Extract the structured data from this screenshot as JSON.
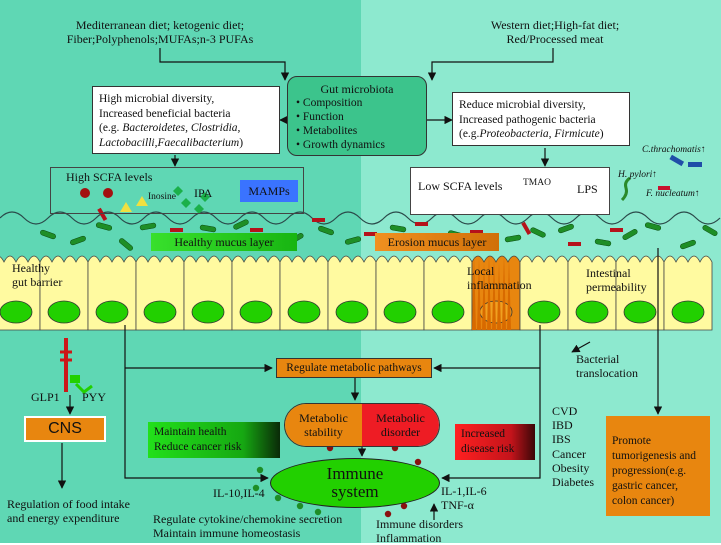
{
  "colors": {
    "left_bg": "#5fd7b4",
    "right_bg": "#8de9cf",
    "hub_box": "#3cc48c",
    "cell": "#fffaa0",
    "nucleus": "#22d000",
    "orange": "#e8860f",
    "red": "#ee1c24",
    "green_grad": "#16c112",
    "mamps": "#3a73ff"
  },
  "diets": {
    "left": "Mediterranean diet; ketogenic diet;\nFiber;Polyphenols;MUFAs;n-3 PUFAs",
    "right": "Western diet;High-fat diet;\nRed/Processed meat"
  },
  "hub": {
    "title": "Gut microbiota",
    "items": [
      "Composition",
      "Function",
      "Metabolites",
      "Growth dynamics"
    ]
  },
  "left_box": {
    "line1": "High microbial diversity,",
    "line2": "Increased beneficial bacteria",
    "line3_prefix": "(e.g. ",
    "line3_italic": "Bacteroidetes, Clostridia,",
    "line4_italic": "Lactobacilli,Faecalibacterium",
    "line4_suffix": ")"
  },
  "right_box": {
    "line1": "Reduce microbial diversity,",
    "line2": "Increased  pathogenic bacteria",
    "line3_prefix": "(e.g.",
    "line3_italic": "Proteobacteria, Firmicute",
    "line3_suffix": ")"
  },
  "left_metabolites": {
    "scfa": "High SCFA levels",
    "inosine": "Inosine",
    "ipa": "IPA",
    "mamps": "MAMPs"
  },
  "right_metabolites": {
    "scfa": "Low SCFA levels",
    "tmao": "TMAO",
    "lps": "LPS"
  },
  "pathogens": {
    "c_trachomatis": "C.thrachomatis↑",
    "h_pylori": "H. pylori↑",
    "f_nucleatum": "F. nucleatum↑"
  },
  "mucus": {
    "healthy": "Healthy mucus layer",
    "erosion": "Erosion mucus layer"
  },
  "barrier": {
    "healthy_line1": "Healthy",
    "healthy_line2": "gut barrier",
    "inflam_line1": "Local",
    "inflam_line2": "inflammation",
    "perm_line1": "Intestinal",
    "perm_line2": "permeability"
  },
  "center": {
    "regulate": "Regulate metabolic pathways",
    "stab1": "Metabolic",
    "stab2": "stability",
    "dis1": "Metabolic",
    "dis2": "disorder",
    "immune1": "Immune",
    "immune2": "system"
  },
  "left_lower": {
    "glp1": "GLP1",
    "pyy": "PYY",
    "cns": "CNS",
    "food1": "Regulation of food intake",
    "food2": "and energy expenditure",
    "maint1": "Maintain health",
    "maint2": "Reduce cancer risk",
    "il_left": "IL-10,IL-4",
    "reg1": "Regulate cytokine/chemokine secretion",
    "reg2": "Maintain immune homeostasis"
  },
  "right_lower": {
    "bact1": "Bacterial",
    "bact2": "translocation",
    "diseases": [
      "CVD",
      "IBD",
      "IBS",
      "Cancer",
      "Obesity",
      "Diabetes"
    ],
    "risk1": "Increased",
    "risk2": "disease risk",
    "il_right1": "IL-1,IL-6",
    "il_right2": "TNF-α",
    "imm1": "Immune disorders",
    "imm2": "Inflammation",
    "promote": "Promote tumorigenesis and progression(e.g. gastric cancer, colon cancer)"
  }
}
